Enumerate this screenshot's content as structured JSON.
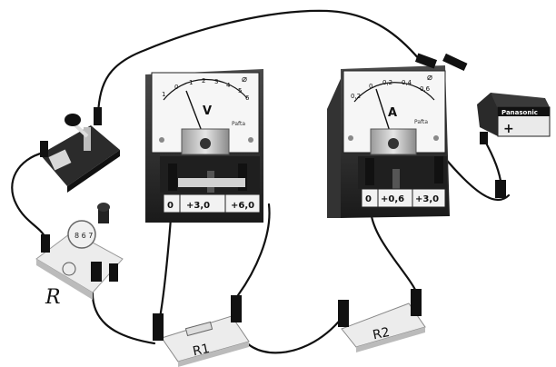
{
  "labels": {
    "rheostat": "R",
    "resistor1": "R1",
    "resistor2": "R2",
    "battery_brand": "Panasonic",
    "battery_plus": "+"
  },
  "voltmeter": {
    "symbol": "V",
    "brand": "Pafta",
    "terminals": [
      "0",
      "+3,0",
      "+6,0"
    ],
    "scale_ticks": [
      "1",
      "0",
      "1",
      "2",
      "3",
      "4",
      "5",
      "6"
    ]
  },
  "ammeter": {
    "symbol": "A",
    "brand": "Pafta",
    "terminals": [
      "0",
      "+0,6",
      "+3,0"
    ],
    "scale_ticks": [
      "0,2",
      "0",
      "0,2",
      "0,4",
      "0,6"
    ]
  }
}
